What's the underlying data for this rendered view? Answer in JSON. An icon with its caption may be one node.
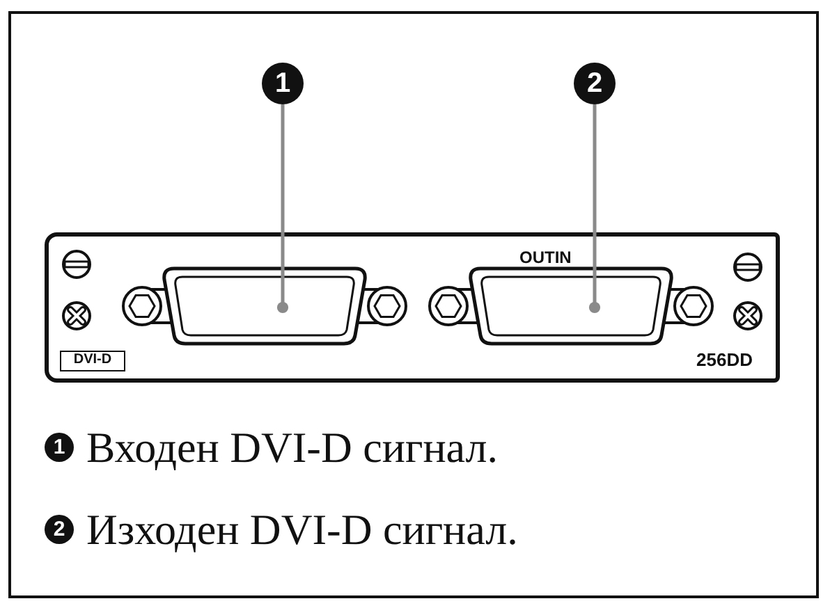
{
  "diagram": {
    "nodes": [
      {
        "text": [
          "1"
        ]
      },
      {
        "text": [
          "2"
        ]
      },
      {
        "text": [
          "OUTIN",
          "256DD"
        ]
      },
      {
        "text": [
          "DVI-D"
        ],
        "in": 2
      },
      {
        "text": [],
        "shape": "picture",
        "in": 2
      },
      {
        "text": [],
        "shape": "picture",
        "in": 2
      }
    ],
    "edges": [
      {
        "from": 0,
        "to": 4,
        "arrow": "other"
      },
      {
        "from": 1,
        "to": 5,
        "arrow": "other"
      }
    ],
    "labels": [
      "1",
      "Входен DVI-D сигнал.",
      "2",
      "Изходен DVI-D сигнал."
    ]
  }
}
